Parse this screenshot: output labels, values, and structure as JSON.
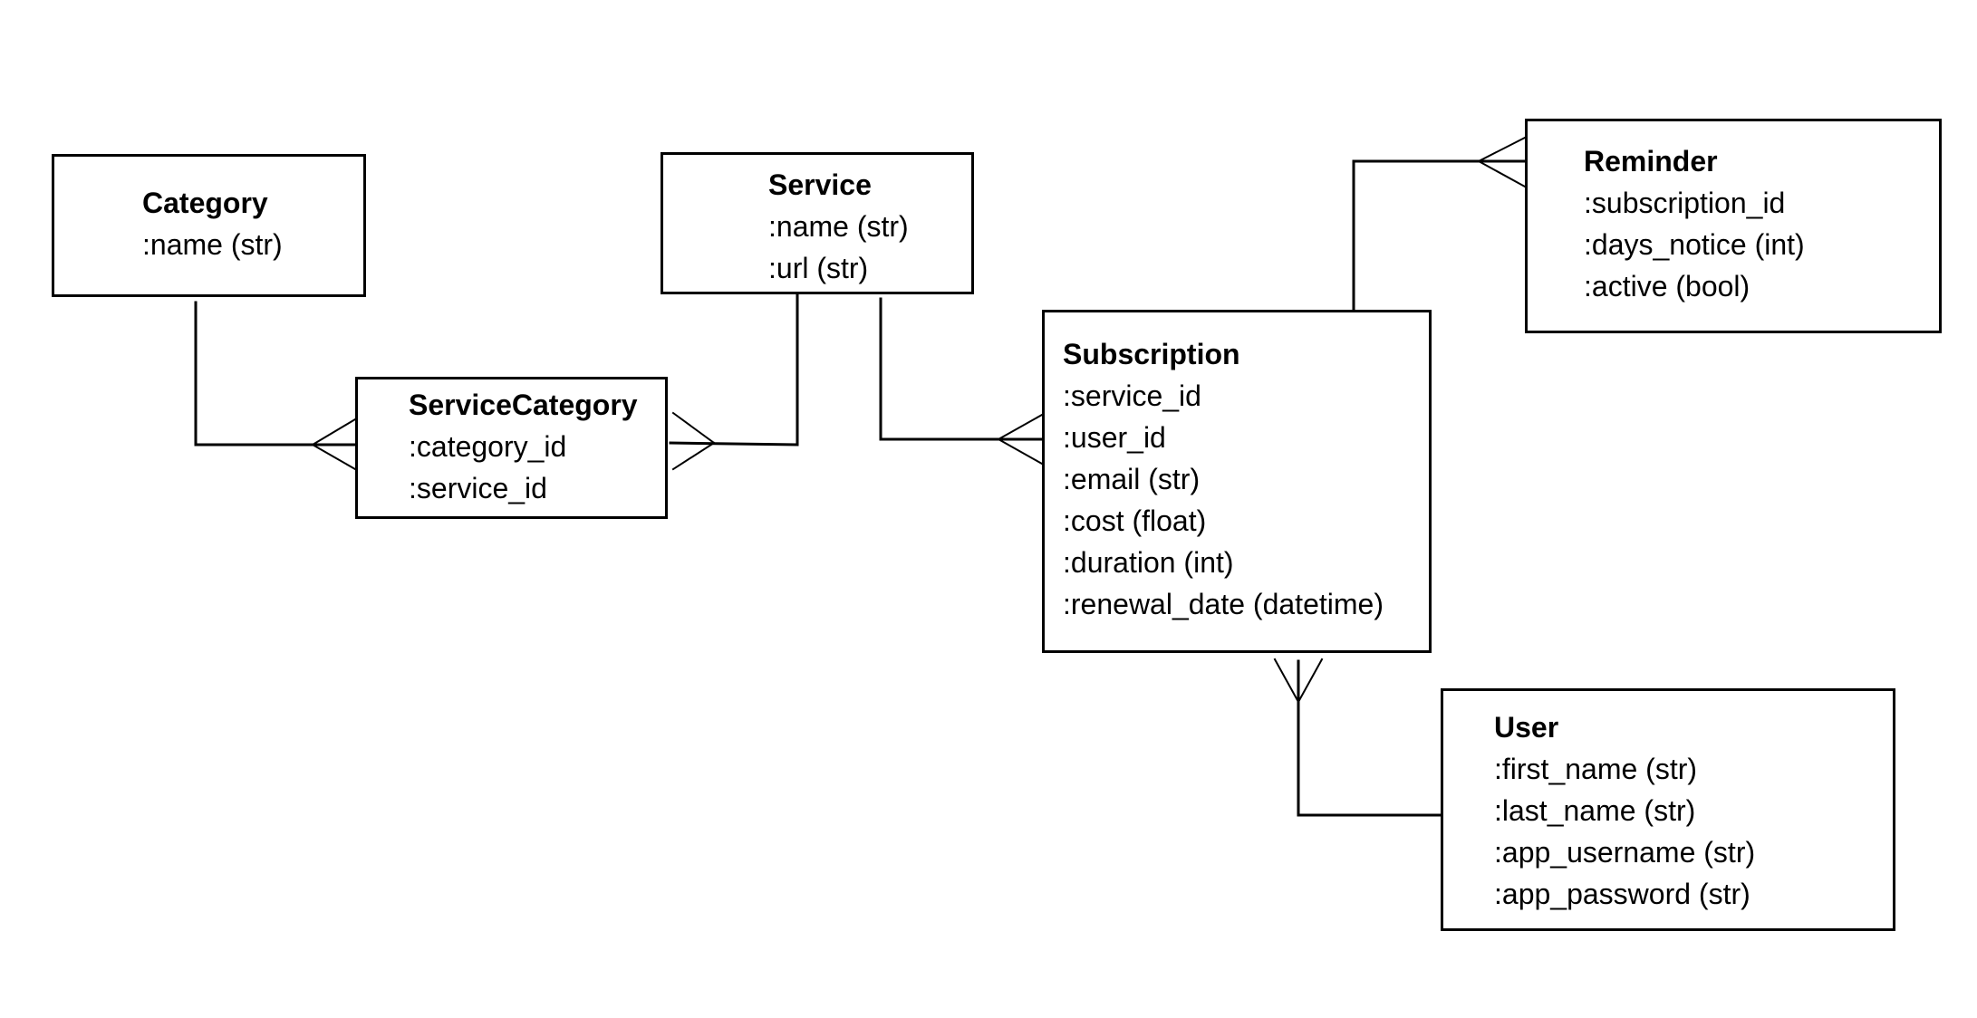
{
  "entities": {
    "category": {
      "name": "Category",
      "attributes": [
        ":name (str)"
      ]
    },
    "service": {
      "name": "Service",
      "attributes": [
        ":name (str)",
        ":url (str)"
      ]
    },
    "service_category": {
      "name": "ServiceCategory",
      "attributes": [
        ":category_id",
        ":service_id"
      ]
    },
    "subscription": {
      "name": "Subscription",
      "attributes": [
        ":service_id",
        ":user_id",
        ":email (str)",
        ":cost (float)",
        ":duration (int)",
        ":renewal_date (datetime)"
      ]
    },
    "reminder": {
      "name": "Reminder",
      "attributes": [
        ":subscription_id",
        ":days_notice (int)",
        ":active (bool)"
      ]
    },
    "user": {
      "name": "User",
      "attributes": [
        ":first_name (str)",
        ":last_name (str)",
        ":app_username (str)",
        ":app_password (str)"
      ]
    }
  },
  "relationships": [
    {
      "from": "Category",
      "to": "ServiceCategory",
      "cardinality": "one-to-many"
    },
    {
      "from": "Service",
      "to": "ServiceCategory",
      "cardinality": "one-to-many"
    },
    {
      "from": "Service",
      "to": "Subscription",
      "cardinality": "one-to-many"
    },
    {
      "from": "Subscription",
      "to": "Reminder",
      "cardinality": "one-to-many"
    },
    {
      "from": "User",
      "to": "Subscription",
      "cardinality": "one-to-many"
    }
  ],
  "colors": {
    "line": "#000000",
    "background": "#ffffff"
  }
}
